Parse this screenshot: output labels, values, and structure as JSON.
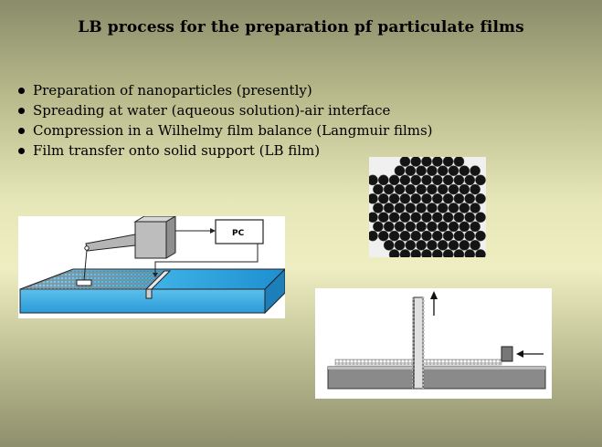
{
  "slide": {
    "title": "LB process for the preparation pf particulate films",
    "bullets": [
      "Preparation of nanoparticles (presently)",
      "Spreading at water (aqueous solution)-air interface",
      "Compression in a Wilhelmy film balance (Langmuir films)",
      "Film transfer onto solid support (LB film)"
    ]
  },
  "figures": {
    "trough": {
      "pc_label": "PC"
    }
  }
}
